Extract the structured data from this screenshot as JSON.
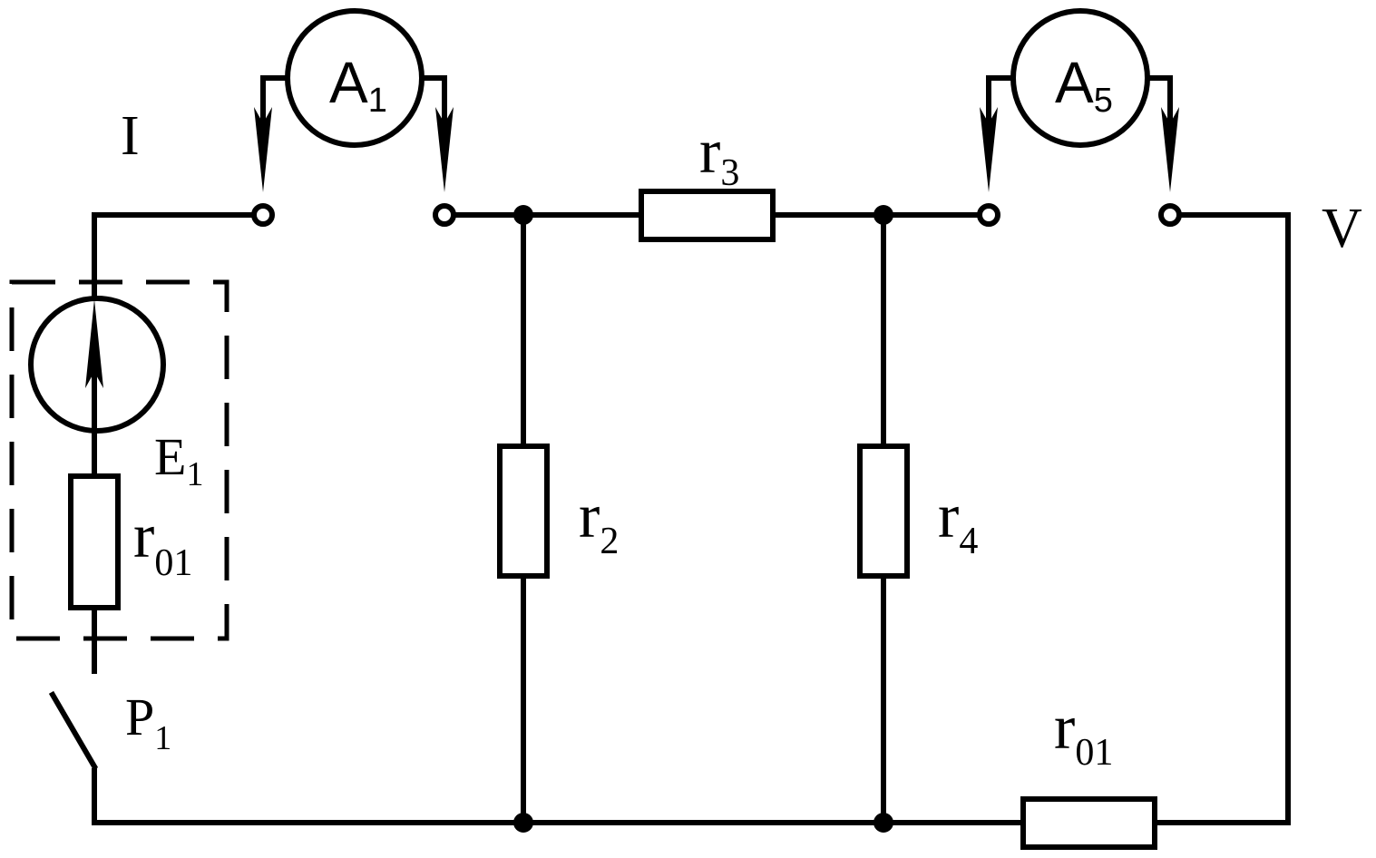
{
  "labels": {
    "node_left": "I",
    "node_right": "V",
    "ammeter_1": {
      "main": "A",
      "sub": "1"
    },
    "ammeter_5": {
      "main": "A",
      "sub": "5"
    },
    "source": {
      "main": "E",
      "sub": "1"
    },
    "r01_source": {
      "main": "r",
      "sub": "01"
    },
    "r2": {
      "main": "r",
      "sub": "2"
    },
    "r3": {
      "main": "r",
      "sub": "3"
    },
    "r4": {
      "main": "r",
      "sub": "4"
    },
    "r01_bottom": {
      "main": "r",
      "sub": "01"
    },
    "switch": {
      "main": "P",
      "sub": "1"
    }
  }
}
